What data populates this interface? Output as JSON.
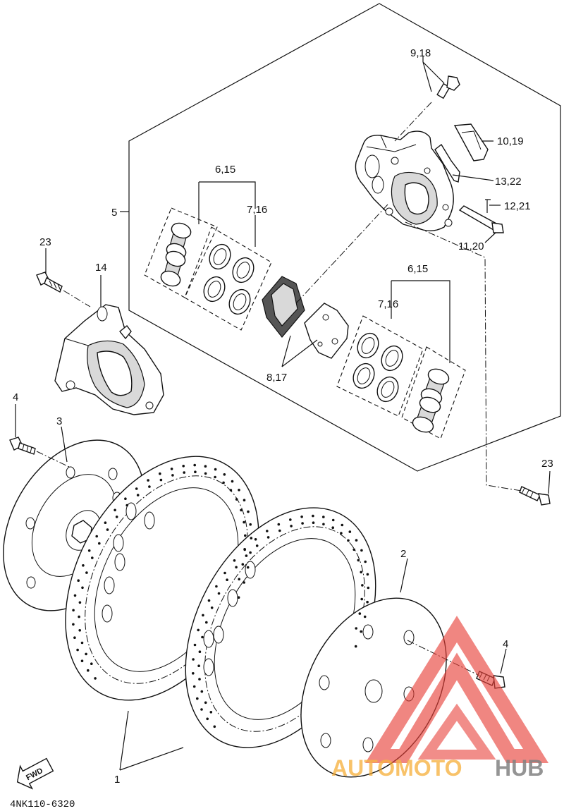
{
  "diagram": {
    "labels": {
      "p1": "1",
      "p2": "2",
      "p3": "3",
      "p4a": "4",
      "p4b": "4",
      "p5": "5",
      "p6_15a": "6,15",
      "p6_15b": "6,15",
      "p7_16a": "7,16",
      "p7_16b": "7,16",
      "p8_17": "8,17",
      "p9_18": "9,18",
      "p10_19": "10,19",
      "p11_20": "11,20",
      "p12_21": "12,21",
      "p13_22": "13,22",
      "p14": "14",
      "p23a": "23",
      "p23b": "23"
    },
    "fwd_label": "FWD",
    "diagram_code": "4NK110-6320"
  },
  "watermark": {
    "text_left": "AUTOMOTO",
    "text_right": "HUB",
    "color_red": "#e8423a",
    "color_orange": "#f5a623",
    "color_gray": "#6b6b6b"
  }
}
